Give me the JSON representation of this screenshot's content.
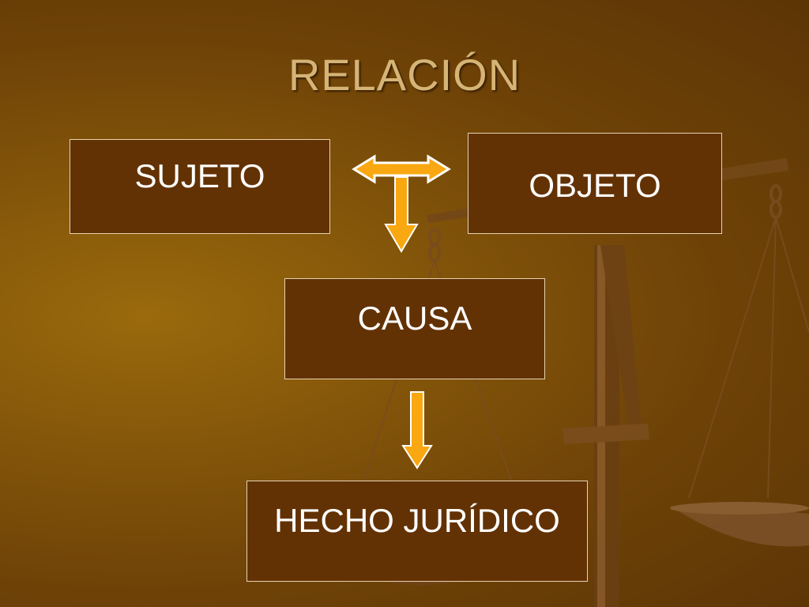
{
  "title": "RELACIÓN",
  "nodes": {
    "sujeto": "SUJETO",
    "objeto": "OBJETO",
    "causa": "CAUSA",
    "hecho": "HECHO JURÍDICO"
  },
  "colors": {
    "box_fill": "#633204",
    "box_border": "#e6d3b1",
    "arrow_fill": "#f9a811",
    "title": "#d5b476"
  },
  "decoration": "scales-of-justice-icon"
}
